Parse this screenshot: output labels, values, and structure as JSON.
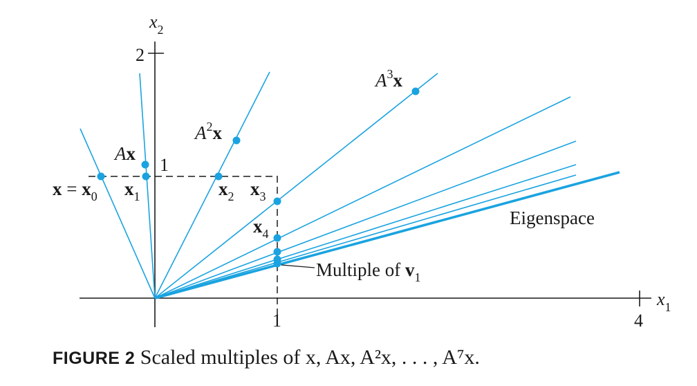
{
  "figure": {
    "axes": {
      "x_axis_var": "x",
      "x_axis_sub": "1",
      "y_axis_var": "x",
      "y_axis_sub": "2",
      "x_tick_1": "1",
      "x_tick_4": "4",
      "y_tick_1": "1",
      "y_tick_2": "2"
    },
    "labels": {
      "x0_left": "x",
      "x0_eq": " = ",
      "x0_right": "x",
      "x0_sub": "0",
      "x1": "x",
      "x1_sub": "1",
      "x2": "x",
      "x2_sub": "2",
      "x3": "x",
      "x3_sub": "3",
      "x4": "x",
      "x4_sub": "4",
      "ax_A": "A",
      "ax_x": "x",
      "a2x_A": "A",
      "a2x_pow": "2",
      "a2x_x": "x",
      "a3x_A": "A",
      "a3x_pow": "3",
      "a3x_x": "x",
      "eigenspace": "Eigenspace",
      "multiple_text": "Multiple of ",
      "multiple_v": "v",
      "multiple_sub": "1"
    },
    "line_color": "#1aa3e0",
    "caption": {
      "tag": "FIGURE 2",
      "text": "Scaled multiples of x, Ax, A²x, . . . , A⁷x."
    }
  }
}
